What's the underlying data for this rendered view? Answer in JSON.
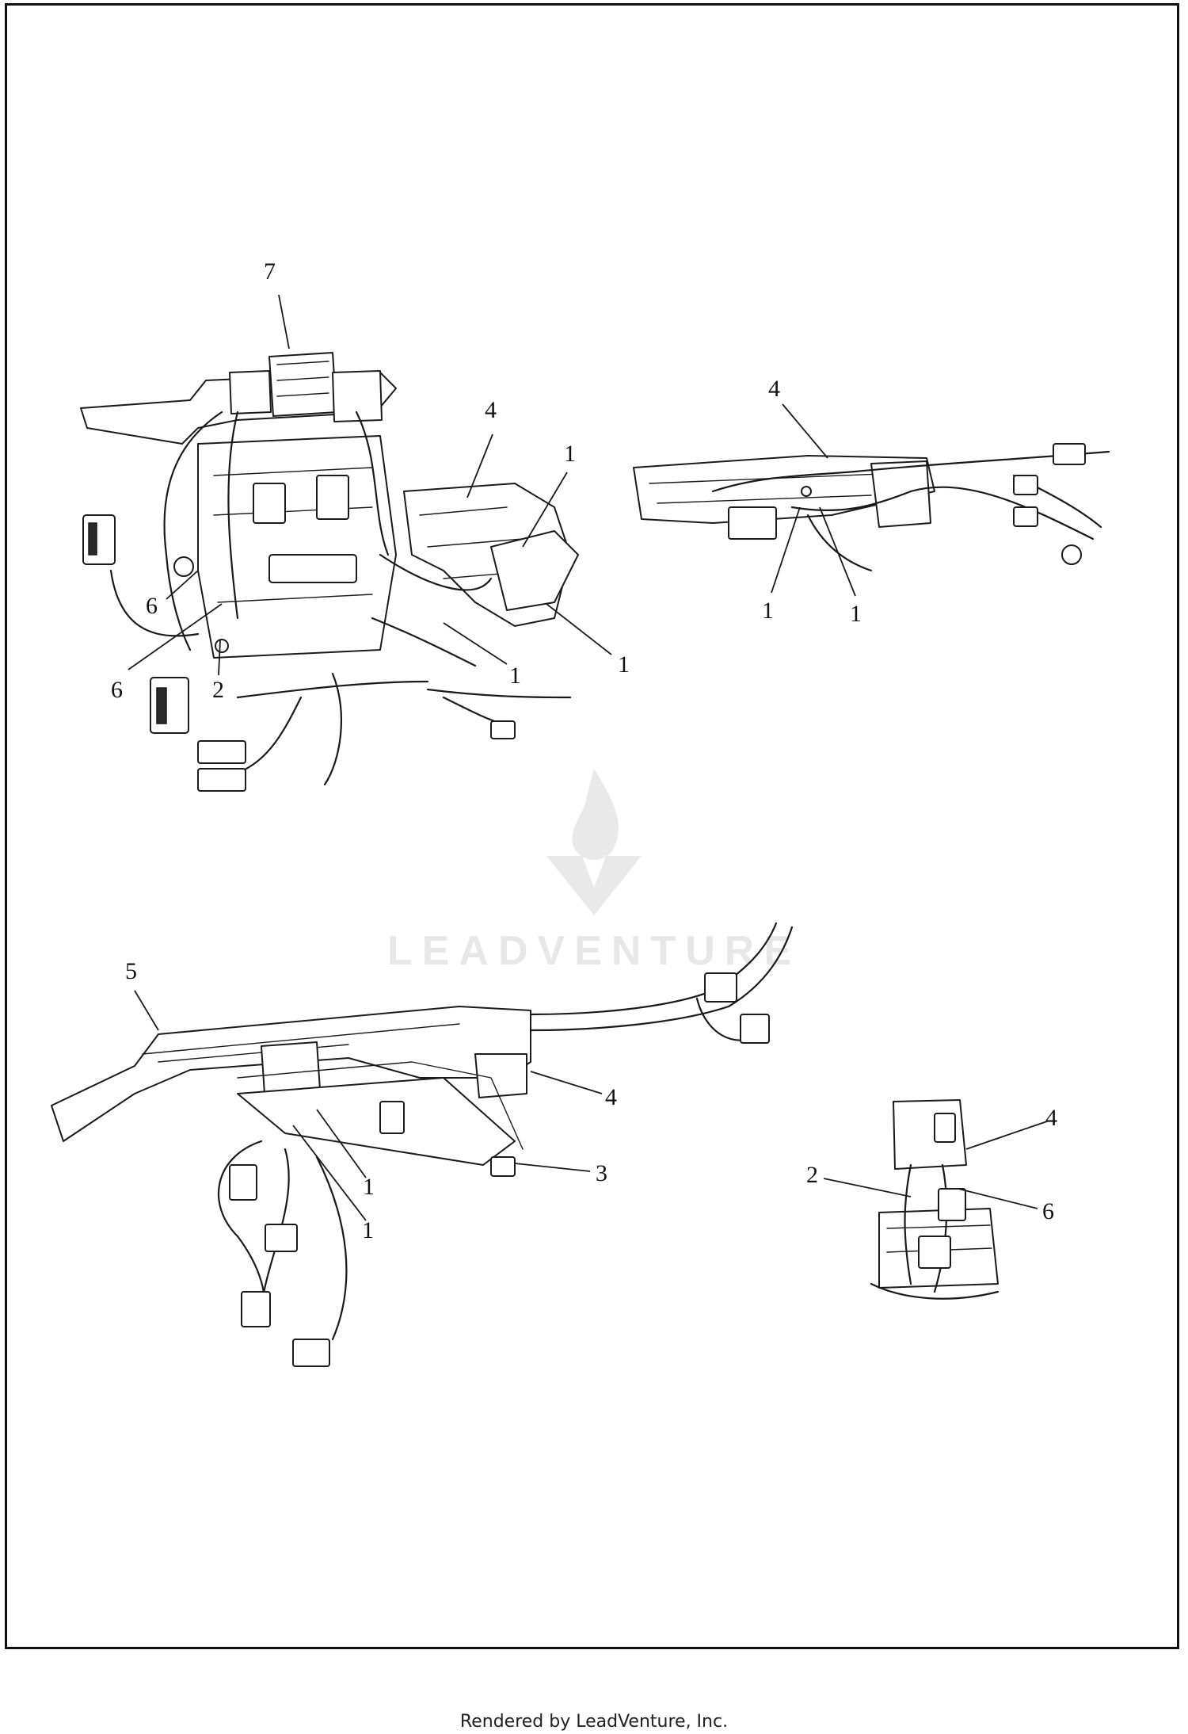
{
  "callouts": {
    "tl_7": "7",
    "tl_4": "4",
    "tl_1a": "1",
    "tl_6a": "6",
    "tl_6b": "6",
    "tl_2": "2",
    "tl_1b": "1",
    "tl_1c": "1",
    "tr_4": "4",
    "tr_1a": "1",
    "tr_1b": "1",
    "bl_5": "5",
    "bl_4": "4",
    "bl_3": "3",
    "bl_1a": "1",
    "bl_1b": "1",
    "br_4": "4",
    "br_2": "2",
    "br_6": "6"
  },
  "watermark": {
    "logo": "leadventure-flame-logo-icon",
    "text": "LEADVENTURE"
  },
  "footer": {
    "text": "Rendered by LeadVenture, Inc."
  },
  "colors": {
    "line": "#1a1a1a",
    "background": "#ffffff"
  }
}
